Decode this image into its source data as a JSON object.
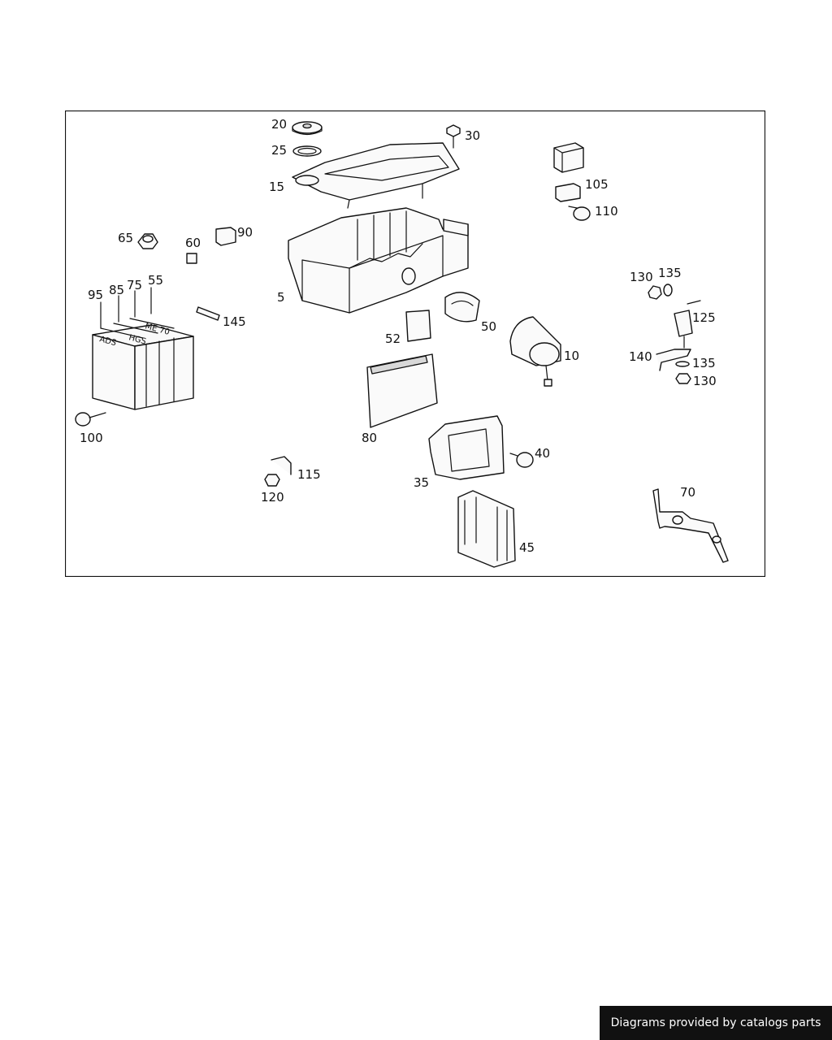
{
  "diagram": {
    "callouts": {
      "p5": "5",
      "p10": "10",
      "p15": "15",
      "p20": "20",
      "p25": "25",
      "p30": "30",
      "p35": "35",
      "p40": "40",
      "p45": "45",
      "p50": "50",
      "p52": "52",
      "p55": "55",
      "p60": "60",
      "p65": "65",
      "p70": "70",
      "p75": "75",
      "p80": "80",
      "p85": "85",
      "p90": "90",
      "p95": "95",
      "p100": "100",
      "p105": "105",
      "p110": "110",
      "p115": "115",
      "p120": "120",
      "p125": "125",
      "p130a": "130",
      "p130b": "130",
      "p135a": "135",
      "p135b": "135",
      "p140": "140",
      "p145": "145"
    },
    "module_markings": {
      "ads": "ADS",
      "hgs": "HGS",
      "me70": "ME 70"
    }
  },
  "footer": {
    "credit": "Diagrams provided by catalogs parts"
  }
}
